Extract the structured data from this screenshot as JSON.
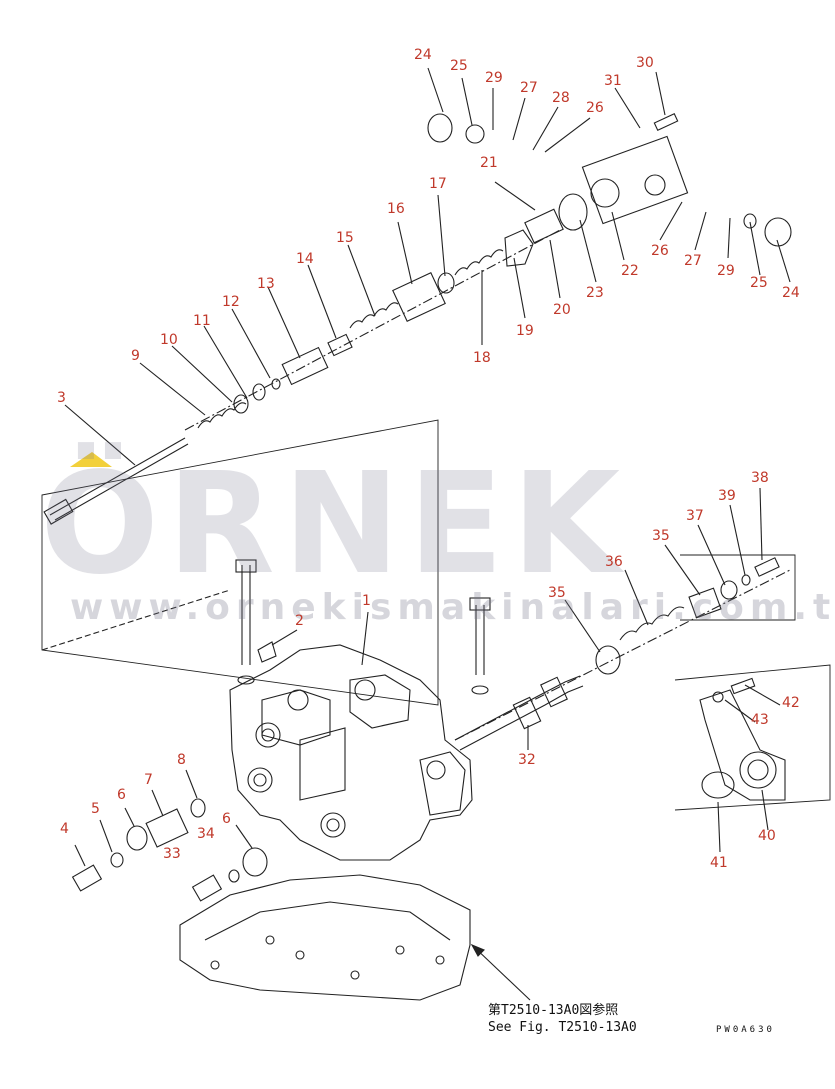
{
  "watermark": {
    "brand": "ÖRNEK",
    "url": "www.ornekismakinalari.com.tr",
    "accent_color": "#f2d03b"
  },
  "reference_note": {
    "japanese": "第T2510-13A0図参照",
    "english": "See Fig. T2510-13A0"
  },
  "drawing_code": "PW0A630",
  "label_color": "#c0392b",
  "callouts": [
    "24",
    "25",
    "29",
    "27",
    "28",
    "26",
    "31",
    "30",
    "21",
    "17",
    "16",
    "15",
    "14",
    "13",
    "12",
    "11",
    "10",
    "9",
    "3",
    "22",
    "26",
    "27",
    "29",
    "25",
    "24",
    "20",
    "23",
    "19",
    "18",
    "2",
    "1",
    "38",
    "39",
    "37",
    "35",
    "36",
    "35",
    "42",
    "43",
    "32",
    "8",
    "7",
    "6",
    "5",
    "4",
    "34",
    "33",
    "6",
    "41",
    "40"
  ]
}
